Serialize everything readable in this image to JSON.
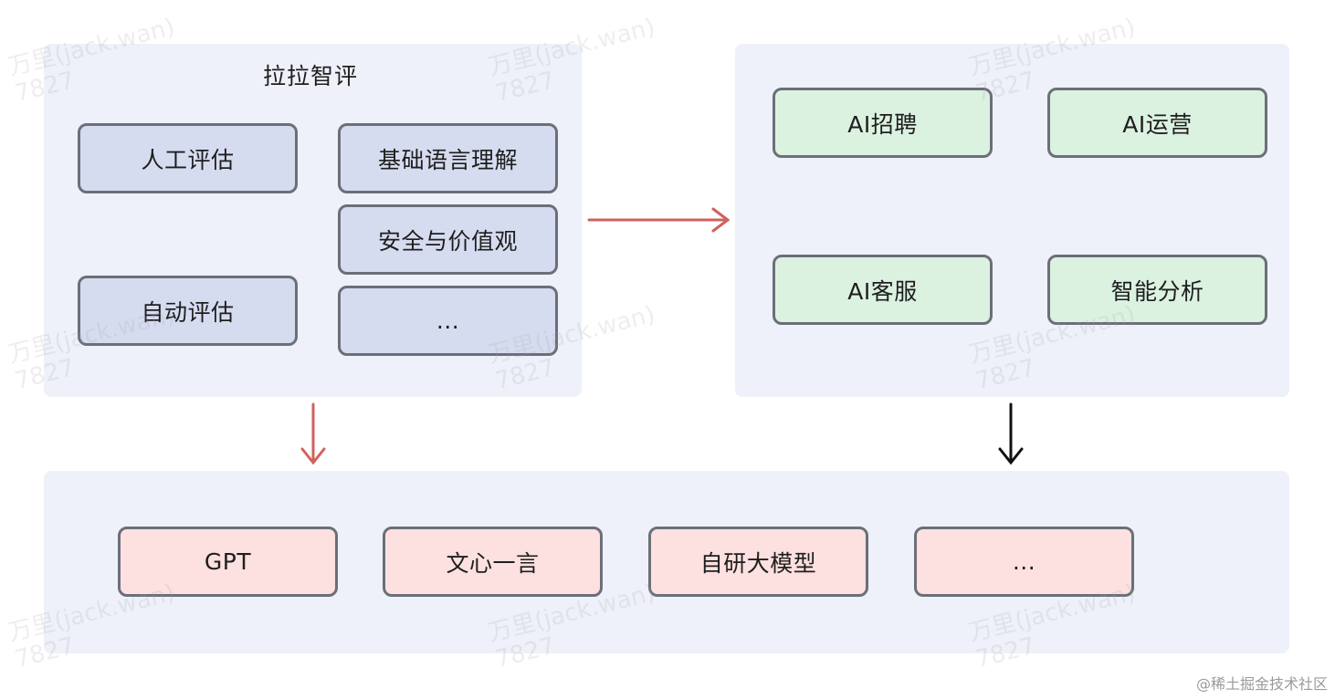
{
  "top_left": {
    "title": "拉拉智评",
    "eval_items": [
      "人工评估",
      "自动评估"
    ],
    "capability_items": [
      "基础语言理解",
      "安全与价值观",
      "..."
    ]
  },
  "top_right": {
    "apps": [
      "AI招聘",
      "AI运营",
      "AI客服",
      "智能分析"
    ]
  },
  "bottom": {
    "models": [
      "GPT",
      "文心一言",
      "自研大模型",
      "..."
    ]
  },
  "watermark": {
    "line1": "万里(jack.wan)",
    "line2": "7827"
  },
  "credit": "@稀土掘金技术社区",
  "colors": {
    "panel_bg": "#eef1fa",
    "blue_box": "#d6dcf0",
    "green_box": "#dcf2e1",
    "pink_box": "#fde0e0",
    "red_arrow": "#d0625c",
    "black_arrow": "#111111"
  }
}
